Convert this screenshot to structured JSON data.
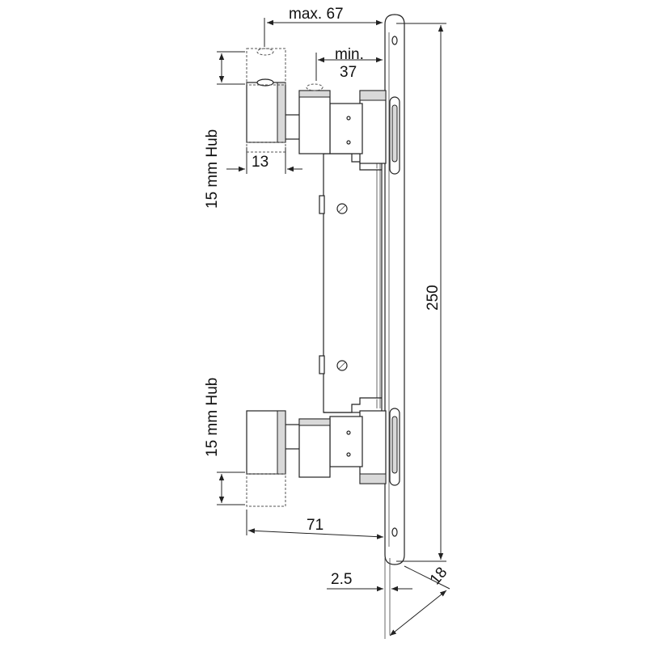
{
  "dimensions": {
    "max_label": "max. 67",
    "min_label_top": "min.",
    "min_label_bottom": "37",
    "stroke_top": "15 mm Hub",
    "stroke_bottom": "15 mm Hub",
    "bolt_width": "13",
    "height": "250",
    "backset": "71",
    "plate_thickness": "2.5",
    "plate_width": "18"
  },
  "colors": {
    "line": "#222222",
    "fill": "#ffffff",
    "shade": "#d9d9d9"
  }
}
